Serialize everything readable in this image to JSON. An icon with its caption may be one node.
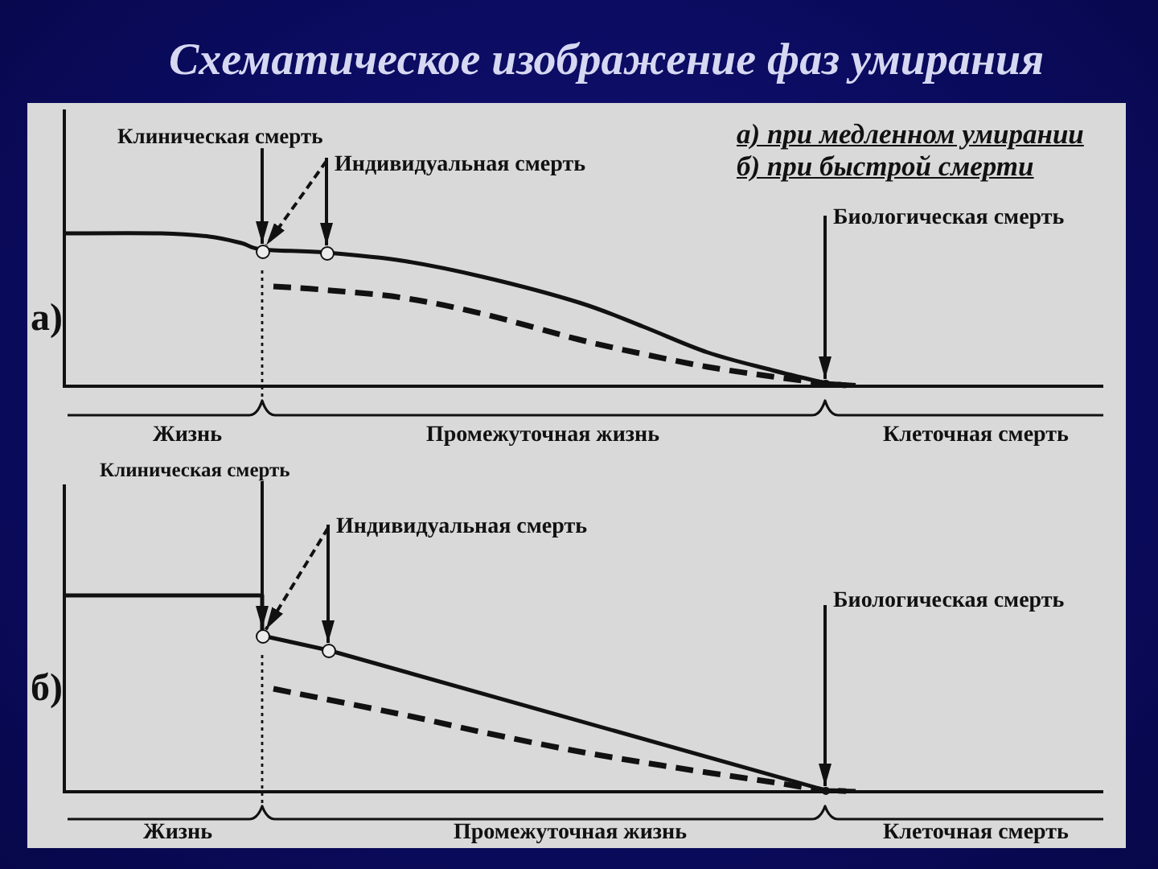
{
  "diagram": {
    "title": "Схематическое изображение фаз умирания",
    "nodes": [
      {
        "text": [
          "Клиническая смерть"
        ]
      },
      {
        "text": [
          "Индивидуальная смерть"
        ]
      },
      {
        "text": [
          "Биологическая смерть"
        ]
      },
      {
        "text": [],
        "shape": "circle"
      },
      {
        "text": [],
        "shape": "circle"
      },
      {
        "text": [],
        "shape": "dot"
      },
      {
        "text": [
          "Клиническая смерть"
        ]
      },
      {
        "text": [
          "Индивидуальная смерть"
        ]
      },
      {
        "text": [
          "Биологическая смерть"
        ]
      },
      {
        "text": [],
        "shape": "circle"
      },
      {
        "text": [],
        "shape": "circle"
      },
      {
        "text": [],
        "shape": "dot"
      }
    ],
    "edges": [
      {
        "from": 0,
        "to": 3,
        "arrow": "to"
      },
      {
        "from": 1,
        "to": 4,
        "arrow": "to"
      },
      {
        "from": 1,
        "to": 3,
        "arrow": "to",
        "style": "dashed"
      },
      {
        "from": 2,
        "to": 5,
        "arrow": "to"
      },
      {
        "from": 6,
        "to": 9,
        "arrow": "to"
      },
      {
        "from": 7,
        "to": 10,
        "arrow": "to"
      },
      {
        "from": 7,
        "to": 9,
        "arrow": "to",
        "style": "dashed"
      },
      {
        "from": 8,
        "to": 11,
        "arrow": "to"
      }
    ],
    "labels": [
      "а) при медленном умирании",
      "б) при быстрой смерти",
      "а)",
      "Жизнь",
      "Промежуточная жизнь",
      "Клеточная смерть",
      "б)",
      "Жизнь",
      "Промежуточная жизнь",
      "Клеточная смерть"
    ]
  }
}
